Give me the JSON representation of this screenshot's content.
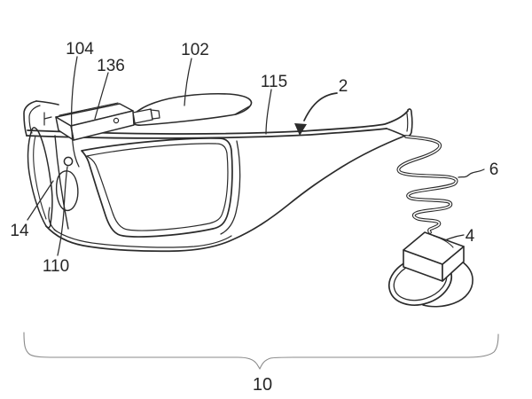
{
  "figure": {
    "background_color": "#ffffff",
    "line_color": "#2b2b2b",
    "brace_color": "#8a8a8a",
    "description": "Patent-style line drawing of wrap-around eyeglasses with a camera module on the frame, a coiled cable running from the temple tip to a ring-shaped unit worn on a finger, spanned below by a brace"
  },
  "labels": {
    "l104": "104",
    "l136": "136",
    "l102": "102",
    "l115": "115",
    "l2": "2",
    "l6": "6",
    "l4": "4",
    "l14": "14",
    "l110": "110",
    "l10": "10"
  }
}
